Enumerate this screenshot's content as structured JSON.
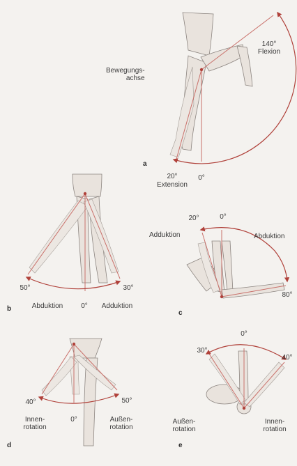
{
  "colors": {
    "background": "#f4f2ef",
    "arc": "#b0413a",
    "axis_line": "#c9706a",
    "limb_fill": "#e9e3dd",
    "limb_stroke": "#8c8580",
    "text": "#3a3a3a"
  },
  "panels": {
    "a": {
      "letter": "a",
      "axis_label": "Bewegungs-\nachse",
      "flex_value": "140°",
      "flex_label": "Flexion",
      "ext_value": "20°",
      "ext_label": "Extension",
      "zero": "0°"
    },
    "b": {
      "letter": "b",
      "left_value": "50°",
      "right_value": "30°",
      "zero": "0°",
      "left_label": "Abduktion",
      "right_label": "Adduktion"
    },
    "c": {
      "letter": "c",
      "adduction_value": "20°",
      "zero": "0°",
      "adduction_label": "Adduktion",
      "abduction_label": "Abduktion",
      "abduction_value": "80°"
    },
    "d": {
      "letter": "d",
      "left_value": "40°",
      "right_value": "50°",
      "zero": "0°",
      "left_label": "Innen-\nrotation",
      "right_label": "Außen-\nrotation"
    },
    "e": {
      "letter": "e",
      "zero": "0°",
      "left_value": "30°",
      "right_value": "40°",
      "left_label": "Außen-\nrotation",
      "right_label": "Innen-\nrotation"
    }
  }
}
